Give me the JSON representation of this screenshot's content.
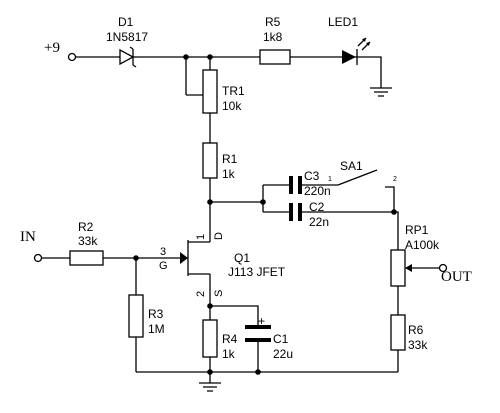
{
  "inputs": {
    "supply": "+9",
    "in": "IN",
    "out": "OUT"
  },
  "components": {
    "D1": {
      "ref": "D1",
      "value": "1N5817"
    },
    "R5": {
      "ref": "R5",
      "value": "1k8"
    },
    "LED1": {
      "ref": "LED1"
    },
    "TR1": {
      "ref": "TR1",
      "value": "10k"
    },
    "R1": {
      "ref": "R1",
      "value": "1k"
    },
    "C3": {
      "ref": "C3",
      "value": "220n"
    },
    "SA1": {
      "ref": "SA1",
      "pin1": "1",
      "pin2": "2"
    },
    "C2": {
      "ref": "C2",
      "value": "22n"
    },
    "R2": {
      "ref": "R2",
      "value": "33k"
    },
    "RP1": {
      "ref": "RP1",
      "value": "A100k"
    },
    "Q1": {
      "ref": "Q1",
      "value": "J113 JFET",
      "pin_g_num": "3",
      "pin_g": "G",
      "pin_d_num": "1",
      "pin_d": "D",
      "pin_s_num": "2",
      "pin_s": "S"
    },
    "R3": {
      "ref": "R3",
      "value": "1M"
    },
    "R4": {
      "ref": "R4",
      "value": "1k"
    },
    "C1": {
      "ref": "C1",
      "value": "22u",
      "polarity": "+"
    },
    "R6": {
      "ref": "R6",
      "value": "33k"
    }
  }
}
